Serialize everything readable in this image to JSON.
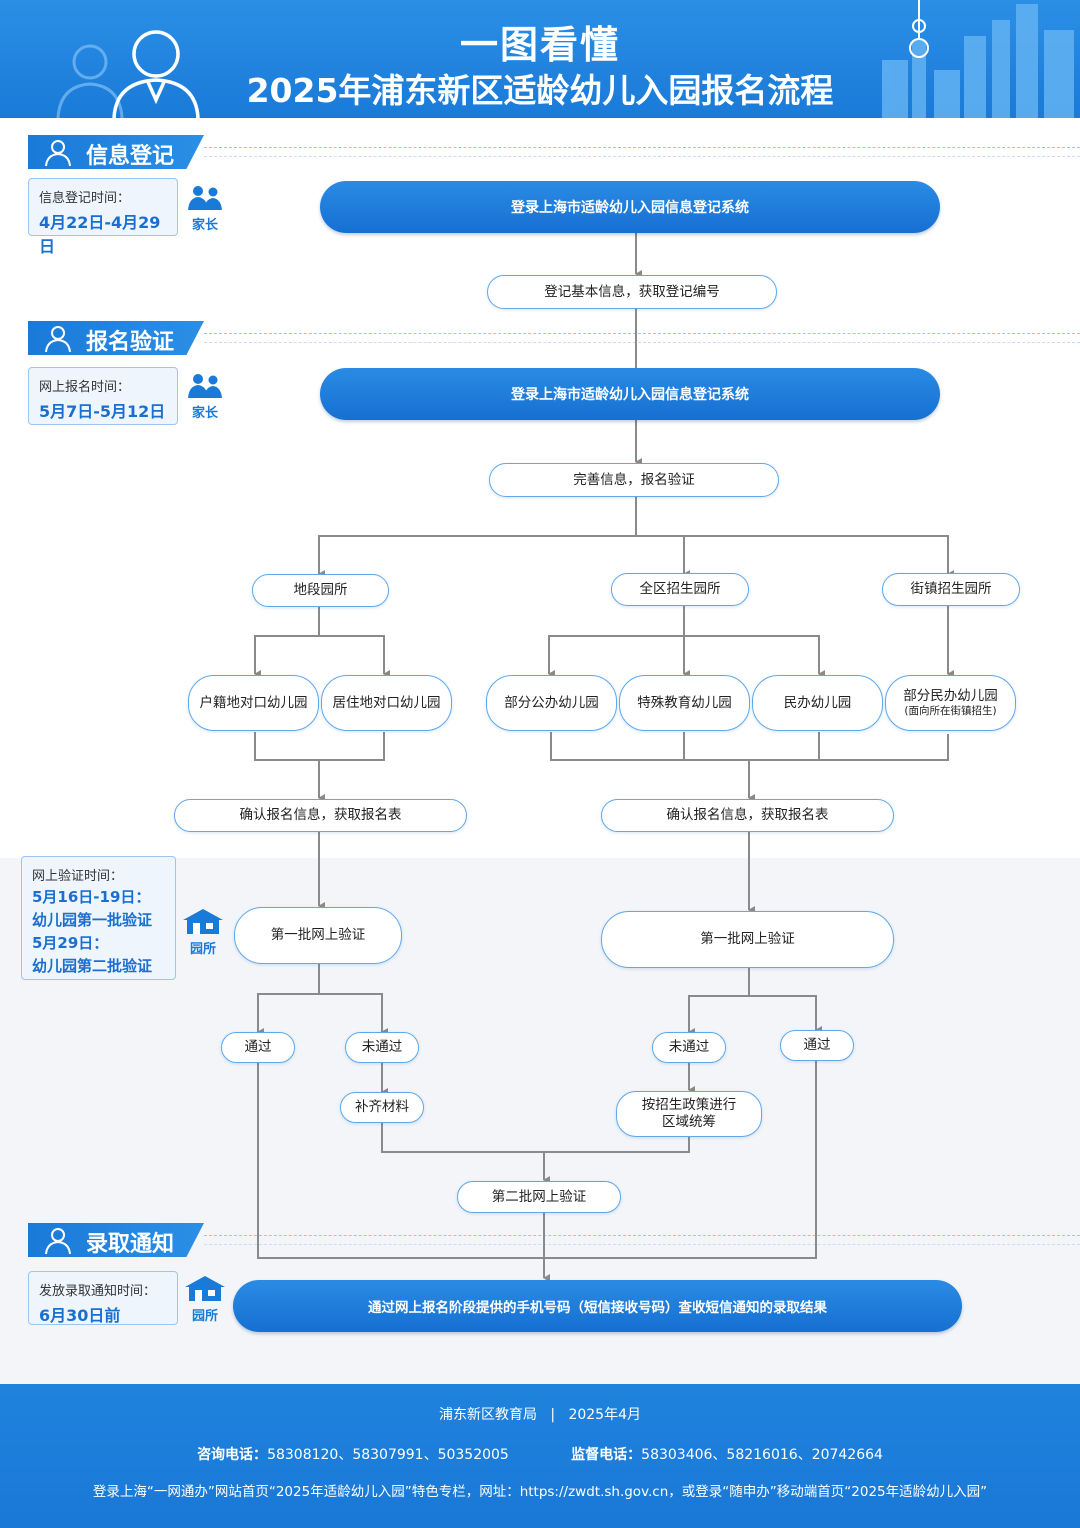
{
  "header": {
    "title_line1": "一图看懂",
    "title_line2": "2025年浦东新区适龄幼儿入园报名流程"
  },
  "sections": [
    {
      "label": "信息登记"
    },
    {
      "label": "报名验证"
    },
    {
      "label": "录取通知"
    }
  ],
  "notes": {
    "registration": {
      "key": "信息登记时间：",
      "value": "4月22日-4月29日"
    },
    "application": {
      "key": "网上报名时间：",
      "value": "5月7日-5月12日"
    },
    "verification": {
      "key": "网上验证时间：",
      "values": [
        "5月16日-19日：",
        "幼儿园第一批验证",
        "5月29日：",
        "幼儿园第二批验证"
      ]
    },
    "admission": {
      "key": "发放录取通知时间：",
      "value": "6月30日前"
    }
  },
  "roles": {
    "parent": "家长",
    "kindergarten": "园所"
  },
  "flow": {
    "login_system_1": "登录上海市适龄幼儿入园信息登记系统",
    "register_basic": "登记基本信息，获取登记编号",
    "login_system_2": "登录上海市适龄幼儿入园信息登记系统",
    "complete_info": "完善信息，报名验证",
    "district_zone": "地段园所",
    "whole_district": "全区招生园所",
    "street_town": "街镇招生园所",
    "huji": "户籍地对口幼儿园",
    "juzhu": "居住地对口幼儿园",
    "public_part": "部分公办幼儿园",
    "special_edu": "特殊教育幼儿园",
    "private": "民办幼儿园",
    "private_part": "部分民办幼儿园",
    "private_part_sub": "(面向所在街镇招生)",
    "confirm_left": "确认报名信息，获取报名表",
    "confirm_right": "确认报名信息，获取报名表",
    "batch1_left": "第一批网上验证",
    "batch1_right": "第一批网上验证",
    "pass_left": "通过",
    "fail_left": "未通过",
    "supplement": "补齐材料",
    "fail_right": "未通过",
    "pass_right": "通过",
    "policy_line1": "按招生政策进行",
    "policy_line2": "区域统筹",
    "batch2": "第二批网上验证",
    "final": "通过网上报名阶段提供的手机号码（短信接收号码）查收短信通知的录取结果"
  },
  "footer": {
    "issuer": "浦东新区教育局",
    "sep": "|",
    "date": "2025年4月",
    "consult_label": "咨询电话：",
    "consult_numbers": "58308120、58307991、50352005",
    "supervise_label": "监督电话：",
    "supervise_numbers": "58303406、58216016、20742664",
    "info": "登录上海“一网通办”网站首页“2025年适龄幼儿入园”特色专栏，网址：https://zwdt.sh.gov.cn，或登录“随申办”移动端首页“2025年适龄幼儿入园”"
  },
  "colors": {
    "primary": "#1a7ad8",
    "accent": "#1a6fd0",
    "border": "#5ea8ec",
    "line": "#8a8a8a"
  }
}
